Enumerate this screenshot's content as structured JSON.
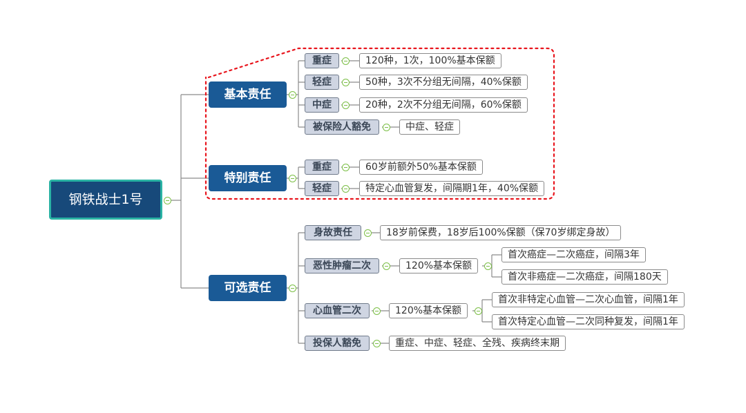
{
  "root": {
    "label": "钢铁战士1号"
  },
  "basic": {
    "label": "基本责任",
    "items": [
      {
        "label": "重症",
        "detail": "120种，1次，100%基本保额"
      },
      {
        "label": "轻症",
        "detail": "50种，3次不分组无间隔，40%保额"
      },
      {
        "label": "中症",
        "detail": "20种，2次不分组无间隔，60%保额"
      },
      {
        "label": "被保险人豁免",
        "detail": "中症、轻症"
      }
    ]
  },
  "special": {
    "label": "特别责任",
    "items": [
      {
        "label": "重症",
        "detail": "60岁前额外50%基本保额"
      },
      {
        "label": "轻症",
        "detail": "特定心血管复发，间隔期1年，40%保额"
      }
    ]
  },
  "optional": {
    "label": "可选责任",
    "death": {
      "label": "身故责任",
      "detail": "18岁前保费，18岁后100%保额（保70岁绑定身故）"
    },
    "cancer": {
      "label": "恶性肿瘤二次",
      "detail": "120%基本保额",
      "sub": [
        "首次癌症—二次癌症，间隔3年",
        "首次非癌症—二次癌症，间隔180天"
      ]
    },
    "cardio": {
      "label": "心血管二次",
      "detail": "120%基本保额",
      "sub": [
        "首次非特定心血管—二次心血管，间隔1年",
        "首次特定心血管—二次同种复发，间隔1年"
      ]
    },
    "waiver": {
      "label": "投保人豁免",
      "detail": "重症、中症、轻症、全残、疾病终末期"
    }
  },
  "colors": {
    "root_fill": "#17497a",
    "root_border": "#2ab3a4",
    "category_fill": "#1a5a96",
    "subtopic_fill": "#cfd5e2",
    "connector": "#8a8a8a",
    "toggle": "#7bbf45",
    "highlight_dash": "#e8141c"
  }
}
